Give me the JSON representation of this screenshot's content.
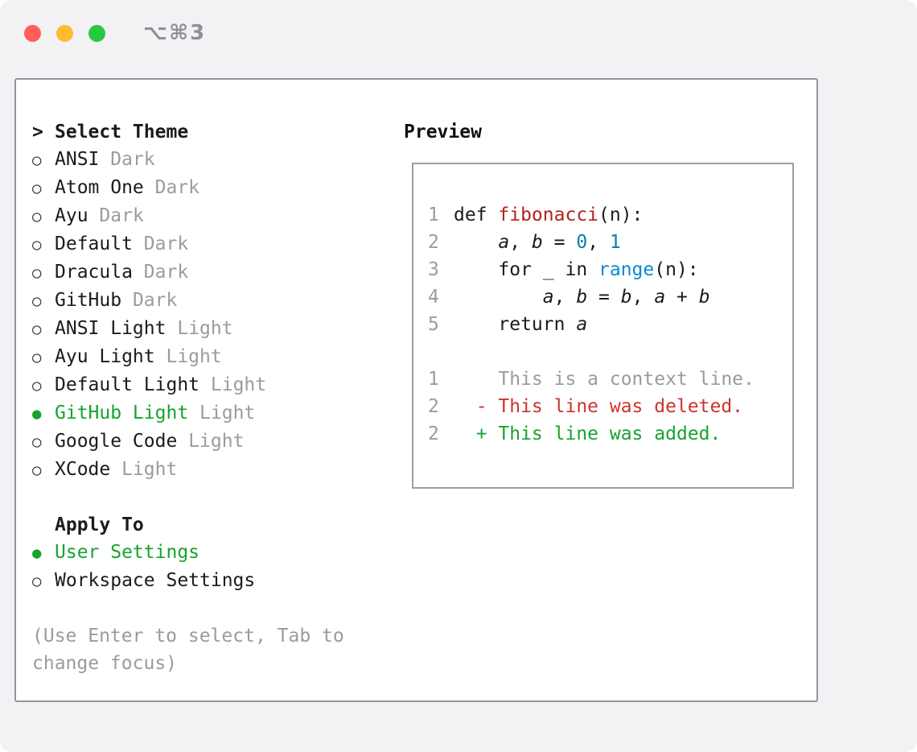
{
  "window": {
    "shortcut_label": "⌥⌘3"
  },
  "icons": {
    "prompt": ">",
    "radio_selected": "●",
    "radio_unselected": "○"
  },
  "theme_selector": {
    "title": "Select Theme",
    "themes": [
      {
        "name": "ANSI",
        "variant": "Dark",
        "selected": false
      },
      {
        "name": "Atom One",
        "variant": "Dark",
        "selected": false
      },
      {
        "name": "Ayu",
        "variant": "Dark",
        "selected": false
      },
      {
        "name": "Default",
        "variant": "Dark",
        "selected": false
      },
      {
        "name": "Dracula",
        "variant": "Dark",
        "selected": false
      },
      {
        "name": "GitHub",
        "variant": "Dark",
        "selected": false
      },
      {
        "name": "ANSI Light",
        "variant": "Light",
        "selected": false
      },
      {
        "name": "Ayu Light",
        "variant": "Light",
        "selected": false
      },
      {
        "name": "Default Light",
        "variant": "Light",
        "selected": false
      },
      {
        "name": "GitHub Light",
        "variant": "Light",
        "selected": true
      },
      {
        "name": "Google Code",
        "variant": "Light",
        "selected": false
      },
      {
        "name": "XCode",
        "variant": "Light",
        "selected": false
      }
    ],
    "apply_to": {
      "title": "Apply To",
      "options": [
        {
          "label": "User Settings",
          "selected": true
        },
        {
          "label": "Workspace Settings",
          "selected": false
        }
      ]
    },
    "help_text": "(Use Enter to select, Tab to change focus)"
  },
  "preview": {
    "title": "Preview",
    "lines": [
      {
        "num": "1",
        "segments": [
          {
            "t": "def ",
            "c": "fg"
          },
          {
            "t": "fibonacci",
            "c": "red"
          },
          {
            "t": "(n):",
            "c": "fg"
          }
        ]
      },
      {
        "num": "2",
        "segments": [
          {
            "t": "    ",
            "c": "fg"
          },
          {
            "t": "a",
            "c": "fg",
            "i": true
          },
          {
            "t": ", ",
            "c": "fg"
          },
          {
            "t": "b",
            "c": "fg",
            "i": true
          },
          {
            "t": " = ",
            "c": "fg"
          },
          {
            "t": "0",
            "c": "teal"
          },
          {
            "t": ", ",
            "c": "fg"
          },
          {
            "t": "1",
            "c": "teal"
          }
        ]
      },
      {
        "num": "3",
        "segments": [
          {
            "t": "    for _ in ",
            "c": "fg"
          },
          {
            "t": "range",
            "c": "blue"
          },
          {
            "t": "(n):",
            "c": "fg"
          }
        ]
      },
      {
        "num": "4",
        "segments": [
          {
            "t": "        ",
            "c": "fg"
          },
          {
            "t": "a",
            "c": "fg",
            "i": true
          },
          {
            "t": ", ",
            "c": "fg"
          },
          {
            "t": "b",
            "c": "fg",
            "i": true
          },
          {
            "t": " = ",
            "c": "fg"
          },
          {
            "t": "b",
            "c": "fg",
            "i": true
          },
          {
            "t": ", ",
            "c": "fg"
          },
          {
            "t": "a",
            "c": "fg",
            "i": true
          },
          {
            "t": " + ",
            "c": "fg"
          },
          {
            "t": "b",
            "c": "fg",
            "i": true
          }
        ]
      },
      {
        "num": "5",
        "segments": [
          {
            "t": "    return ",
            "c": "fg"
          },
          {
            "t": "a",
            "c": "fg",
            "i": true
          }
        ]
      },
      {
        "num": "",
        "segments": []
      },
      {
        "num": "1",
        "segments": [
          {
            "t": "    This is a context line.",
            "c": "gray"
          }
        ]
      },
      {
        "num": "2",
        "segments": [
          {
            "t": "  - This line was deleted.",
            "c": "dred"
          }
        ]
      },
      {
        "num": "2",
        "segments": [
          {
            "t": "  + This line was added.",
            "c": "green"
          }
        ]
      }
    ]
  },
  "colors": {
    "accent_green": "#16a32e",
    "function_red": "#b5211d",
    "deleted_red": "#cc342b",
    "number_teal": "#0b7fa5",
    "keyword_blue": "#0a8ad6",
    "muted_gray": "#9b9b9b",
    "traffic_red": "#ff5f57",
    "traffic_yellow": "#febc2e",
    "traffic_green": "#28c840"
  }
}
